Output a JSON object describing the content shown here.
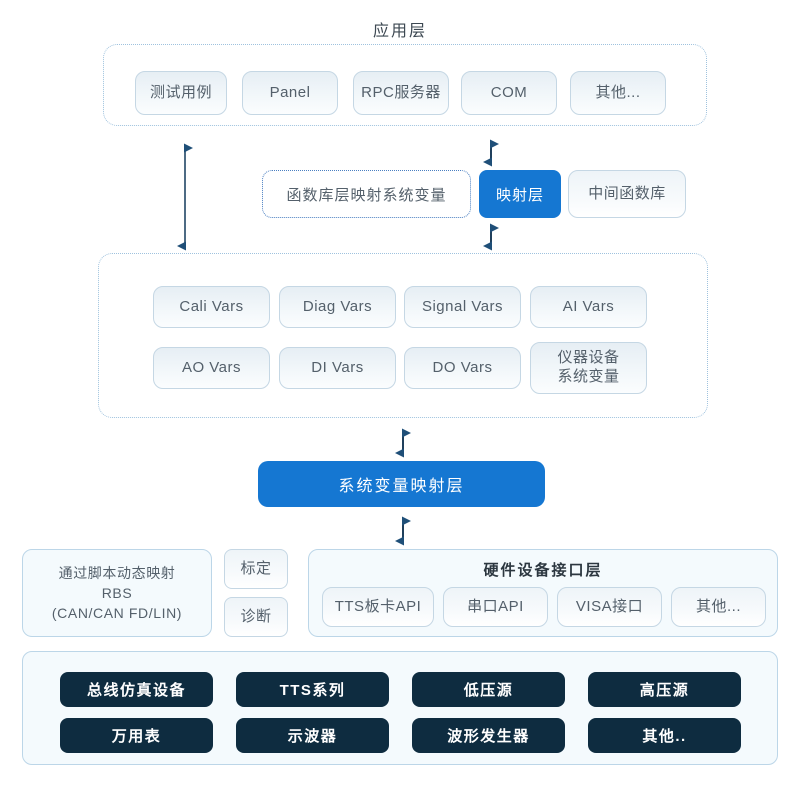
{
  "colors": {
    "accent_blue": "#1577d2",
    "dark_navy": "#0e2c40",
    "chip_border": "#c5d7e4",
    "dashed_border": "#9fc2de",
    "container_bg": "#f4fafd",
    "text": "#54606b"
  },
  "application_layer": {
    "title": "应用层",
    "items": [
      {
        "label": "测试用例"
      },
      {
        "label": "Panel"
      },
      {
        "label": "RPC服务器"
      },
      {
        "label": "COM"
      },
      {
        "label": "其他..."
      }
    ]
  },
  "mapping_row": {
    "dotted_label": "函数库层映射系统变量",
    "mapping_layer": "映射层",
    "middle_library": "中间函数库"
  },
  "variables_layer": {
    "row1": [
      {
        "label": "Cali Vars"
      },
      {
        "label": "Diag Vars"
      },
      {
        "label": "Signal Vars"
      },
      {
        "label": "AI Vars"
      }
    ],
    "row2": [
      {
        "label": "AO Vars"
      },
      {
        "label": "DI Vars"
      },
      {
        "label": "DO Vars"
      },
      {
        "label": "仪器设备\n系统变量",
        "line1": "仪器设备",
        "line2": "系统变量"
      }
    ]
  },
  "system_var_mapping_layer": {
    "label": "系统变量映射层"
  },
  "script_mapping": {
    "line1": "通过脚本动态映射",
    "line2": "RBS",
    "line3": "(CAN/CAN FD/LIN)"
  },
  "side_chips": [
    {
      "label": "标定"
    },
    {
      "label": "诊断"
    }
  ],
  "hardware_interface_layer": {
    "title": "硬件设备接口层",
    "items": [
      {
        "label": "TTS板卡API"
      },
      {
        "label": "串口API"
      },
      {
        "label": "VISA接口"
      },
      {
        "label": "其他..."
      }
    ]
  },
  "devices_layer": {
    "row1": [
      {
        "label": "总线仿真设备"
      },
      {
        "label": "TTS系列"
      },
      {
        "label": "低压源"
      },
      {
        "label": "高压源"
      }
    ],
    "row2": [
      {
        "label": "万用表"
      },
      {
        "label": "示波器"
      },
      {
        "label": "波形发生器"
      },
      {
        "label": "其他.."
      }
    ]
  },
  "arrows": [
    {
      "name": "app-to-vars-long-arrow",
      "direction": "bidirectional"
    },
    {
      "name": "app-to-mapping-arrow",
      "direction": "bidirectional"
    },
    {
      "name": "mapping-to-vars-arrow",
      "direction": "bidirectional"
    },
    {
      "name": "vars-to-sysmap-arrow",
      "direction": "bidirectional"
    },
    {
      "name": "sysmap-to-hardware-arrow",
      "direction": "bidirectional"
    }
  ]
}
